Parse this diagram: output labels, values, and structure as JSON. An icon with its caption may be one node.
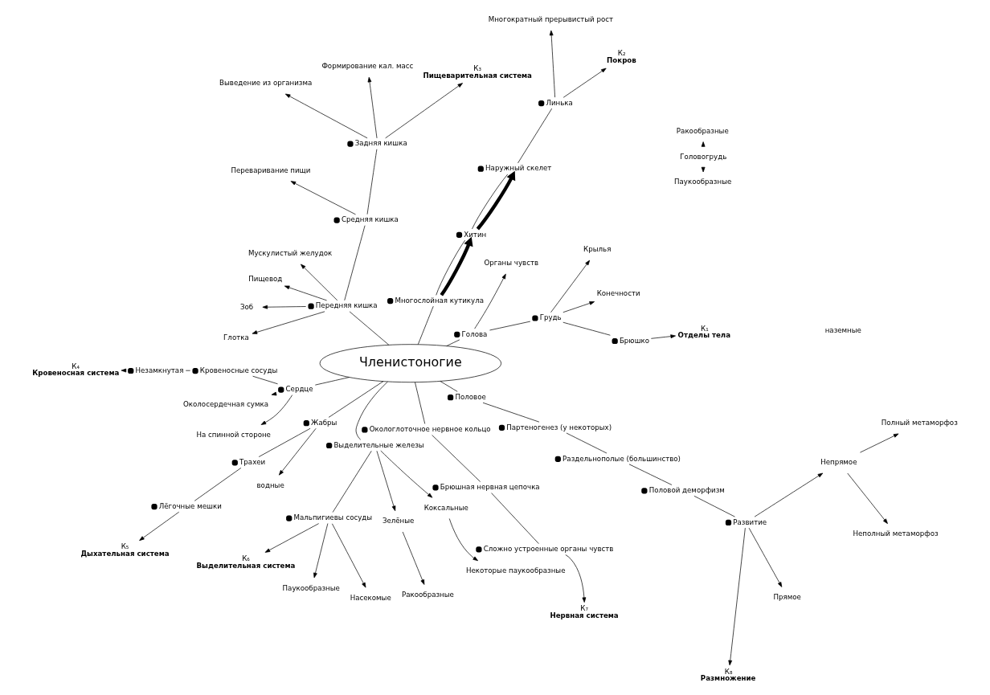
{
  "diagram": {
    "nodes": [
      {
        "text": [
          "Членистоногие"
        ]
      },
      {
        "text": [
          "Голова"
        ]
      },
      {
        "text": [
          "Грудь"
        ]
      },
      {
        "text": [
          "Брюшко"
        ]
      },
      {
        "text": [
          "К₁"
        ],
        "beside": [
          "Отделы тела"
        ]
      },
      {
        "text": [
          "Головогрудь"
        ]
      },
      {
        "text": [
          "Ракообразные"
        ]
      },
      {
        "text": [
          "Паукообразные"
        ]
      },
      {
        "text": [
          "Конечности"
        ]
      },
      {
        "text": [
          "Крылья"
        ]
      },
      {
        "text": [
          "Органы чувств"
        ]
      },
      {
        "text": [
          "Многослойная кутикула"
        ]
      },
      {
        "text": [
          "Хитин"
        ]
      },
      {
        "text": [
          "Наружный скелет"
        ]
      },
      {
        "text": [
          "Линька"
        ]
      },
      {
        "text": [
          "К₂"
        ],
        "beside": [
          "Покров"
        ]
      },
      {
        "text": [
          "Многократный прерывистый рост"
        ]
      },
      {
        "text": [
          "Передняя кишка"
        ]
      },
      {
        "text": [
          "Средняя кишка"
        ]
      },
      {
        "text": [
          "Задняя кишка"
        ]
      },
      {
        "text": [
          "К₃"
        ],
        "beside": [
          "Пищеварительная система"
        ]
      },
      {
        "text": [
          "Мускулистый желудок"
        ]
      },
      {
        "text": [
          "Пищевод"
        ]
      },
      {
        "text": [
          "Зоб"
        ]
      },
      {
        "text": [
          "Глотка"
        ]
      },
      {
        "text": [
          "Переваривание пищи"
        ]
      },
      {
        "text": [
          "Формирование кал. масс"
        ]
      },
      {
        "text": [
          "Выведение из организма"
        ]
      },
      {
        "text": [
          "Сердце"
        ]
      },
      {
        "text": [
          "Кровеносные сосуды"
        ]
      },
      {
        "text": [
          "Незамкнутая"
        ]
      },
      {
        "text": [
          "К₄"
        ],
        "beside": [
          "Кровеносная система"
        ]
      },
      {
        "text": [
          "Околосердечная сумка"
        ]
      },
      {
        "text": [
          "На спинной стороне"
        ]
      },
      {
        "text": [
          "Жабры"
        ]
      },
      {
        "text": [
          "Трахеи"
        ]
      },
      {
        "text": [
          "Лёгочные мешки"
        ]
      },
      {
        "text": [
          "К₅"
        ],
        "beside": [
          "Дыхательная система"
        ]
      },
      {
        "text": [
          "водные"
        ]
      },
      {
        "text": [
          "Выделительные железы"
        ]
      },
      {
        "text": [
          "Мальпигиевы сосуды"
        ]
      },
      {
        "text": [
          "К₆"
        ],
        "beside": [
          "Выделительная система"
        ]
      },
      {
        "text": [
          "Зелёные"
        ]
      },
      {
        "text": [
          "Ракообразные"
        ]
      },
      {
        "text": [
          "Коксальные"
        ]
      },
      {
        "text": [
          "Некоторые паукообразные"
        ]
      },
      {
        "text": [
          "Паукообразные"
        ]
      },
      {
        "text": [
          "Насекомые"
        ]
      },
      {
        "text": [
          "Окологлоточное нервное кольцо"
        ]
      },
      {
        "text": [
          "Брюшная нервная цепочка"
        ]
      },
      {
        "text": [
          "Сложно устроенные органы чувств"
        ]
      },
      {
        "text": [
          "К₇"
        ],
        "beside": [
          "Нервная система"
        ]
      },
      {
        "text": [
          "Половое"
        ]
      },
      {
        "text": [
          "Партеногенез (у некоторых)"
        ]
      },
      {
        "text": [
          "Раздельнополые (большинство)"
        ]
      },
      {
        "text": [
          "Половой деморфизм"
        ]
      },
      {
        "text": [
          "Развитие"
        ]
      },
      {
        "text": [
          "К₈"
        ],
        "beside": [
          "Размножение"
        ]
      },
      {
        "text": [
          "Прямое"
        ]
      },
      {
        "text": [
          "Непрямое"
        ]
      },
      {
        "text": [
          "Неполный метаморфоз"
        ]
      },
      {
        "text": [
          "Полный метаморфоз"
        ]
      }
    ],
    "edges": [
      {
        "from": 0,
        "to": 1,
        "arrow": "none"
      },
      {
        "from": 1,
        "to": 2,
        "arrow": "none"
      },
      {
        "from": 2,
        "to": 3,
        "arrow": "none"
      },
      {
        "from": 3,
        "to": 4,
        "arrow": "to"
      },
      {
        "from": 5,
        "to": 6,
        "arrow": "to"
      },
      {
        "from": 5,
        "to": 7,
        "arrow": "to"
      },
      {
        "from": 2,
        "to": 8,
        "arrow": "to"
      },
      {
        "from": 2,
        "to": 9,
        "arrow": "to"
      },
      {
        "from": 1,
        "to": 10,
        "arrow": "to"
      },
      {
        "from": 0,
        "to": 11,
        "arrow": "none"
      },
      {
        "from": 11,
        "to": 12,
        "arrow": "none"
      },
      {
        "from": 12,
        "to": 13,
        "arrow": "none"
      },
      {
        "from": 13,
        "to": 14,
        "arrow": "none"
      },
      {
        "from": 14,
        "to": 15,
        "arrow": "to"
      },
      {
        "from": 11,
        "to": 12,
        "arrow": "to",
        "style": "thick"
      },
      {
        "from": 12,
        "to": 13,
        "arrow": "to",
        "style": "thick"
      },
      {
        "from": 14,
        "to": 16,
        "arrow": "to"
      },
      {
        "from": 0,
        "to": 17,
        "arrow": "none"
      },
      {
        "from": 17,
        "to": 18,
        "arrow": "none"
      },
      {
        "from": 18,
        "to": 19,
        "arrow": "none"
      },
      {
        "from": 19,
        "to": 20,
        "arrow": "to"
      },
      {
        "from": 17,
        "to": 21,
        "arrow": "to"
      },
      {
        "from": 17,
        "to": 22,
        "arrow": "to"
      },
      {
        "from": 17,
        "to": 23,
        "arrow": "to"
      },
      {
        "from": 17,
        "to": 24,
        "arrow": "to"
      },
      {
        "from": 18,
        "to": 25,
        "arrow": "to"
      },
      {
        "from": 19,
        "to": 26,
        "arrow": "to"
      },
      {
        "from": 19,
        "to": 27,
        "arrow": "to"
      },
      {
        "from": 0,
        "to": 28,
        "arrow": "none"
      },
      {
        "from": 28,
        "to": 29,
        "arrow": "none"
      },
      {
        "from": 29,
        "to": 30,
        "arrow": "none"
      },
      {
        "from": 30,
        "to": 31,
        "arrow": "to"
      },
      {
        "from": 28,
        "to": 32,
        "arrow": "to"
      },
      {
        "from": 28,
        "to": 33,
        "arrow": "to"
      },
      {
        "from": 0,
        "to": 34,
        "arrow": "none"
      },
      {
        "from": 34,
        "to": 35,
        "arrow": "none"
      },
      {
        "from": 35,
        "to": 36,
        "arrow": "none"
      },
      {
        "from": 36,
        "to": 37,
        "arrow": "to"
      },
      {
        "from": 34,
        "to": 38,
        "arrow": "to"
      },
      {
        "from": 0,
        "to": 39,
        "arrow": "none"
      },
      {
        "from": 39,
        "to": 40,
        "arrow": "none"
      },
      {
        "from": 40,
        "to": 41,
        "arrow": "to"
      },
      {
        "from": 39,
        "to": 42,
        "arrow": "to"
      },
      {
        "from": 42,
        "to": 43,
        "arrow": "to"
      },
      {
        "from": 39,
        "to": 44,
        "arrow": "to"
      },
      {
        "from": 44,
        "to": 45,
        "arrow": "to"
      },
      {
        "from": 40,
        "to": 46,
        "arrow": "to"
      },
      {
        "from": 40,
        "to": 47,
        "arrow": "to"
      },
      {
        "from": 0,
        "to": 48,
        "arrow": "none"
      },
      {
        "from": 48,
        "to": 49,
        "arrow": "none"
      },
      {
        "from": 49,
        "to": 50,
        "arrow": "none"
      },
      {
        "from": 50,
        "to": 51,
        "arrow": "to"
      },
      {
        "from": 0,
        "to": 52,
        "arrow": "none"
      },
      {
        "from": 52,
        "to": 53,
        "arrow": "none"
      },
      {
        "from": 53,
        "to": 54,
        "arrow": "none"
      },
      {
        "from": 54,
        "to": 55,
        "arrow": "none"
      },
      {
        "from": 55,
        "to": 56,
        "arrow": "none"
      },
      {
        "from": 56,
        "to": 57,
        "arrow": "to"
      },
      {
        "from": 56,
        "to": 58,
        "arrow": "to"
      },
      {
        "from": 56,
        "to": 59,
        "arrow": "to"
      },
      {
        "from": 59,
        "to": 60,
        "arrow": "to"
      },
      {
        "from": 59,
        "to": 61,
        "arrow": "to"
      }
    ],
    "labels": [
      "наземные"
    ]
  }
}
